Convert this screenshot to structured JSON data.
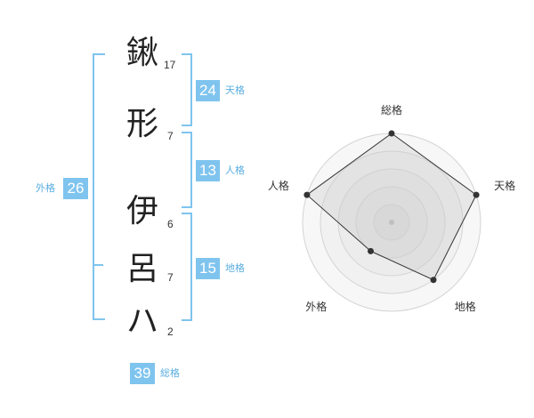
{
  "name": {
    "chars": [
      {
        "char": "鍬",
        "strokes": "17"
      },
      {
        "char": "形",
        "strokes": "7"
      },
      {
        "char": "伊",
        "strokes": "6"
      },
      {
        "char": "呂",
        "strokes": "7"
      },
      {
        "char": "ハ",
        "strokes": "2"
      }
    ]
  },
  "fortunes": {
    "tenkaku": {
      "value": "24",
      "label": "天格"
    },
    "jinkaku": {
      "value": "13",
      "label": "人格"
    },
    "chikaku": {
      "value": "15",
      "label": "地格"
    },
    "gaikaku": {
      "value": "26",
      "label": "外格"
    },
    "soukaku": {
      "value": "39",
      "label": "総格"
    }
  },
  "radar": {
    "axes": [
      "総格",
      "天格",
      "地格",
      "外格",
      "人格"
    ],
    "levels": 5,
    "values": [
      5,
      5,
      4,
      2,
      5
    ]
  }
}
